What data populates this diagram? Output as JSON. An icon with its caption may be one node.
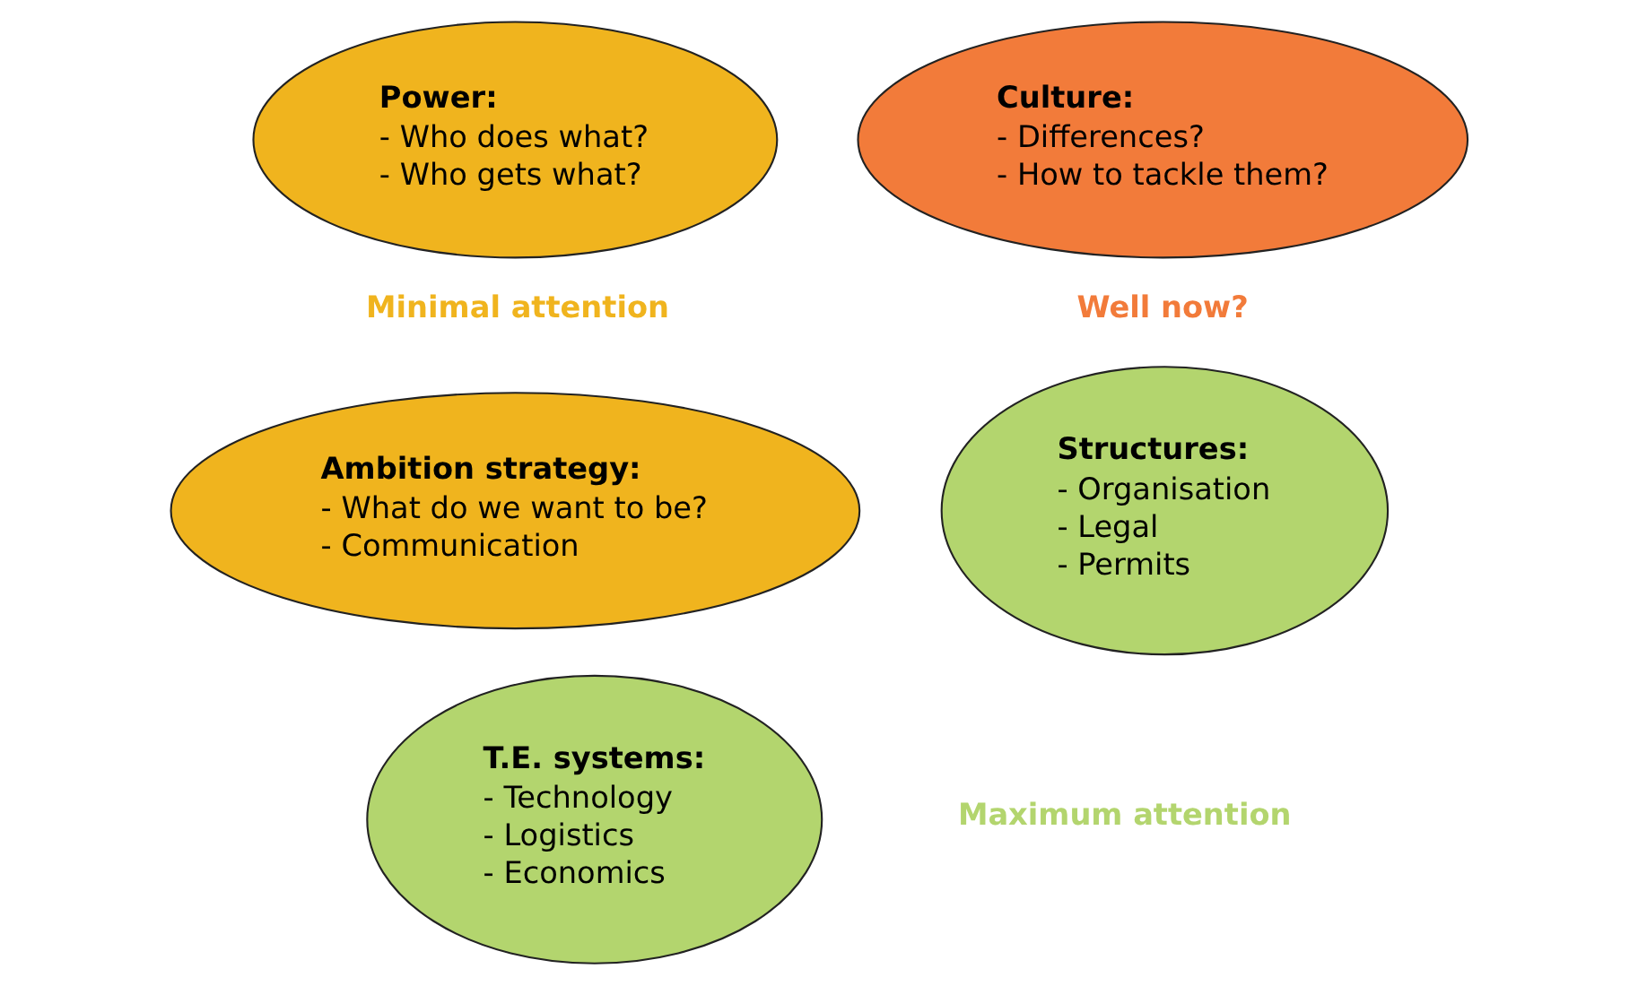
{
  "diagram": {
    "nodes": [
      {
        "text": [
          "Power:",
          "- Who does what?",
          "- Who gets what?"
        ]
      },
      {
        "text": [
          "Culture:",
          "- Differences?",
          "- How to tackle them?"
        ]
      },
      {
        "text": [
          "Ambition strategy:",
          "- What do we want to be?",
          "- Communication"
        ]
      },
      {
        "text": [
          "Structures:",
          "- Organisation",
          "- Legal",
          "- Permits"
        ]
      },
      {
        "text": [
          "T.E. systems:",
          "- Technology",
          "- Logistics",
          "- Economics"
        ]
      }
    ],
    "labels": [
      "Minimal attention",
      "Well now?",
      "Maximum attention"
    ]
  }
}
